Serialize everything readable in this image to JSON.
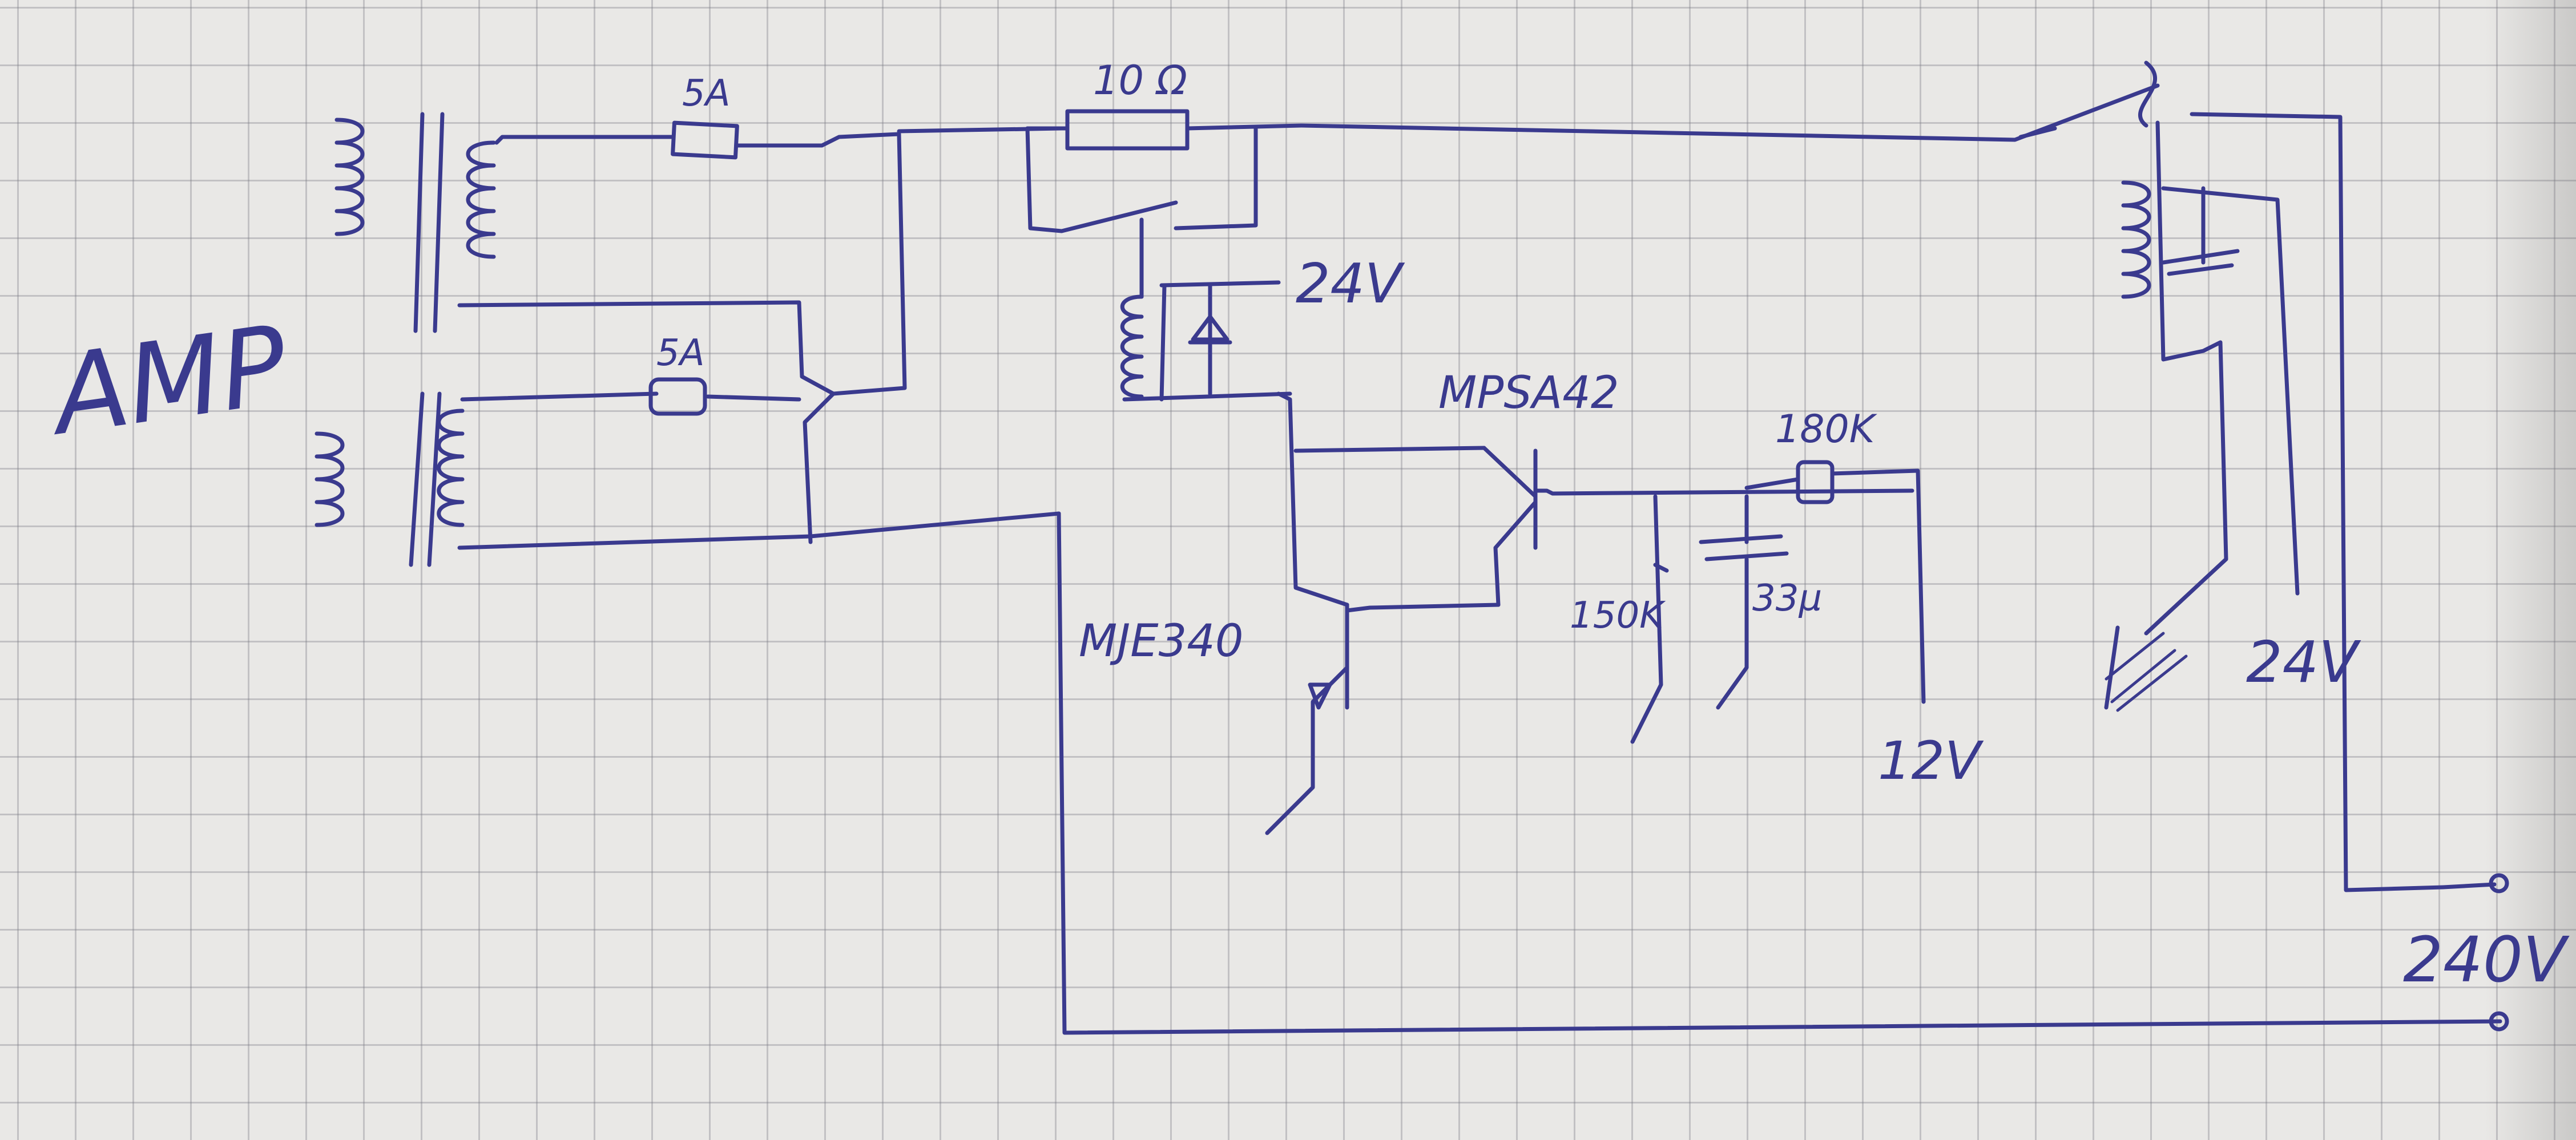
{
  "labels": {
    "amp": "AMP",
    "fuse_top": "5A",
    "fuse_mid": "5A",
    "resistor_10ohm": "10 Ω",
    "relay_24v": "24V",
    "transistor_mpsa42": "MPSA42",
    "transistor_mje340": "MJE340",
    "resistor_180k": "180K",
    "resistor_150k": "150K",
    "capacitor_33u": "33µ",
    "supply_12v": "12V",
    "supply_24v": "24V",
    "mains_240v": "240V"
  },
  "colors": {
    "ink": "#3a3a8e",
    "paper": "#e9e8e6",
    "grid": "#8a8a98"
  }
}
